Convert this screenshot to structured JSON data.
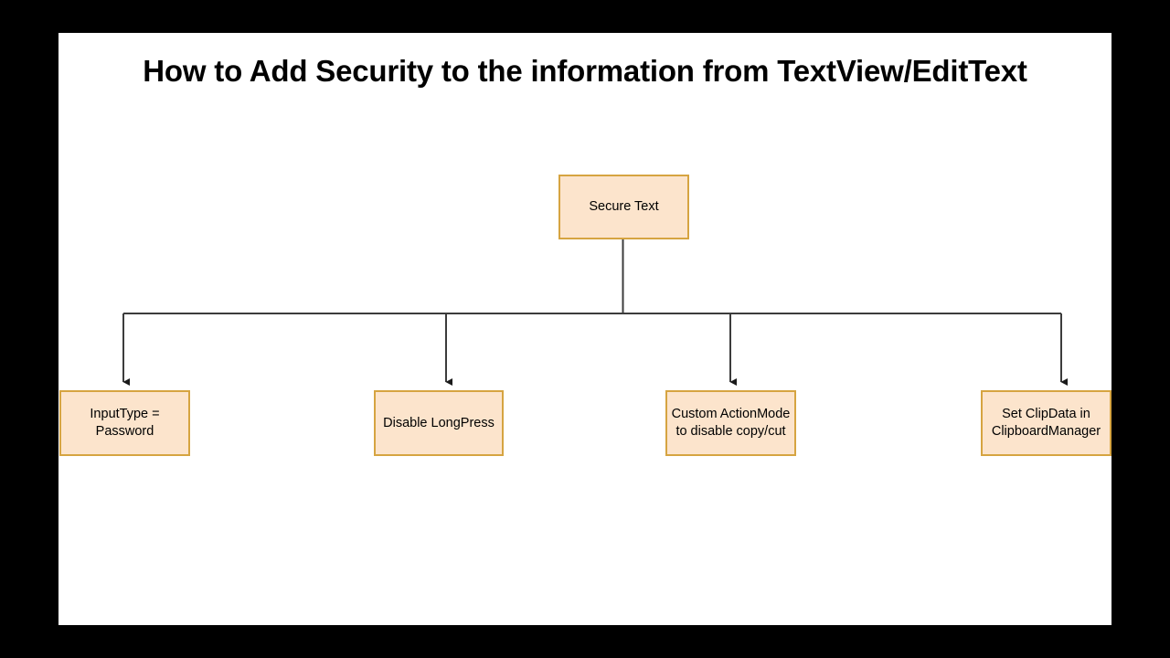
{
  "slide": {
    "title": "How to Add Security to the information from TextView/EditText",
    "background_color": "#ffffff",
    "letterbox_color": "#000000"
  },
  "theme": {
    "node_fill": "#FCE4CC",
    "node_border": "#D6A441",
    "connector_color": "#3C3C3C",
    "text_color": "#000000"
  },
  "chart_data": {
    "type": "diagram",
    "diagram_kind": "tree",
    "title": "How to Add Security to the information from TextView/EditText",
    "root": {
      "id": "secure-text",
      "label": "Secure Text"
    },
    "children": [
      {
        "id": "input-type-password",
        "label": "InputType =\nPassword"
      },
      {
        "id": "disable-longpress",
        "label": "Disable LongPress"
      },
      {
        "id": "custom-actionmode",
        "label": "Custom ActionMode\nto disable copy/cut"
      },
      {
        "id": "set-clipdata",
        "label": "Set ClipData in\nClipboardManager"
      }
    ],
    "edges": [
      {
        "from": "secure-text",
        "to": "input-type-password"
      },
      {
        "from": "secure-text",
        "to": "disable-longpress"
      },
      {
        "from": "secure-text",
        "to": "custom-actionmode"
      },
      {
        "from": "secure-text",
        "to": "set-clipdata"
      }
    ],
    "edge_style": "orthogonal-bus-with-arrowheads",
    "legend": []
  }
}
